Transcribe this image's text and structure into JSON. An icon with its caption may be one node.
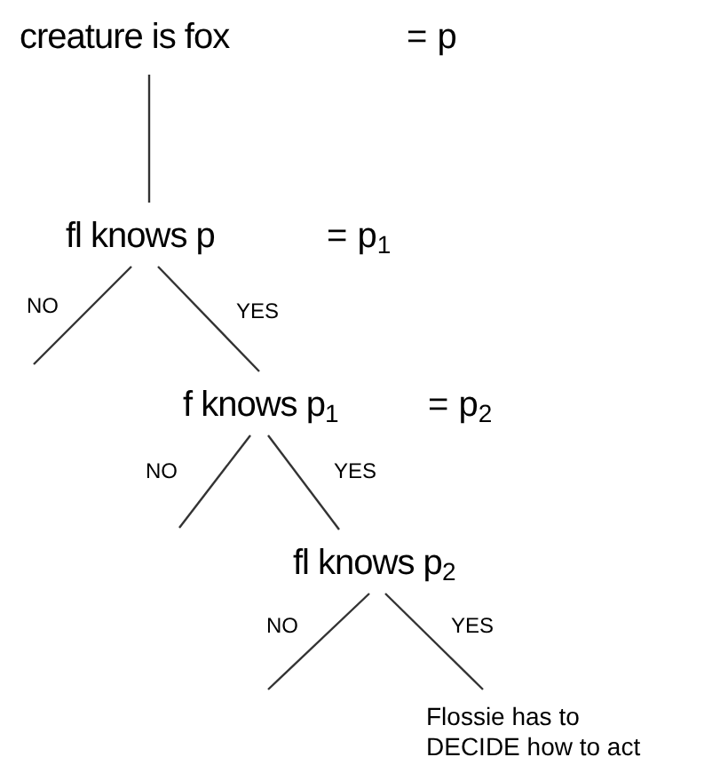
{
  "diagram": {
    "nodes": [
      {
        "text": [
          "creature is fox"
        ]
      },
      {
        "text": [
          "fl knows p"
        ],
        "beside": [
          "= p$_{1}$"
        ]
      },
      {
        "text": [
          "f knows p$_{1}$"
        ],
        "beside": [
          "= p$_{2}$"
        ]
      },
      {
        "text": [
          "fl knows p$_{2}$"
        ]
      },
      {
        "text": [
          "Flossie has to DECIDE how to act"
        ]
      }
    ],
    "edges": [
      {
        "from": 0,
        "to": 1,
        "arrow": "none"
      },
      {
        "from": 1,
        "to": null,
        "label": "NO",
        "arrow": "none"
      },
      {
        "from": 1,
        "to": 2,
        "label": "YES",
        "arrow": "none"
      },
      {
        "from": 2,
        "to": null,
        "label": "NO",
        "arrow": "none"
      },
      {
        "from": 2,
        "to": 3,
        "label": "YES",
        "arrow": "none"
      },
      {
        "from": 3,
        "to": null,
        "label": "NO",
        "arrow": "none"
      },
      {
        "from": 3,
        "to": 4,
        "label": "YES",
        "arrow": "none"
      }
    ],
    "labels": [
      "= p"
    ]
  }
}
